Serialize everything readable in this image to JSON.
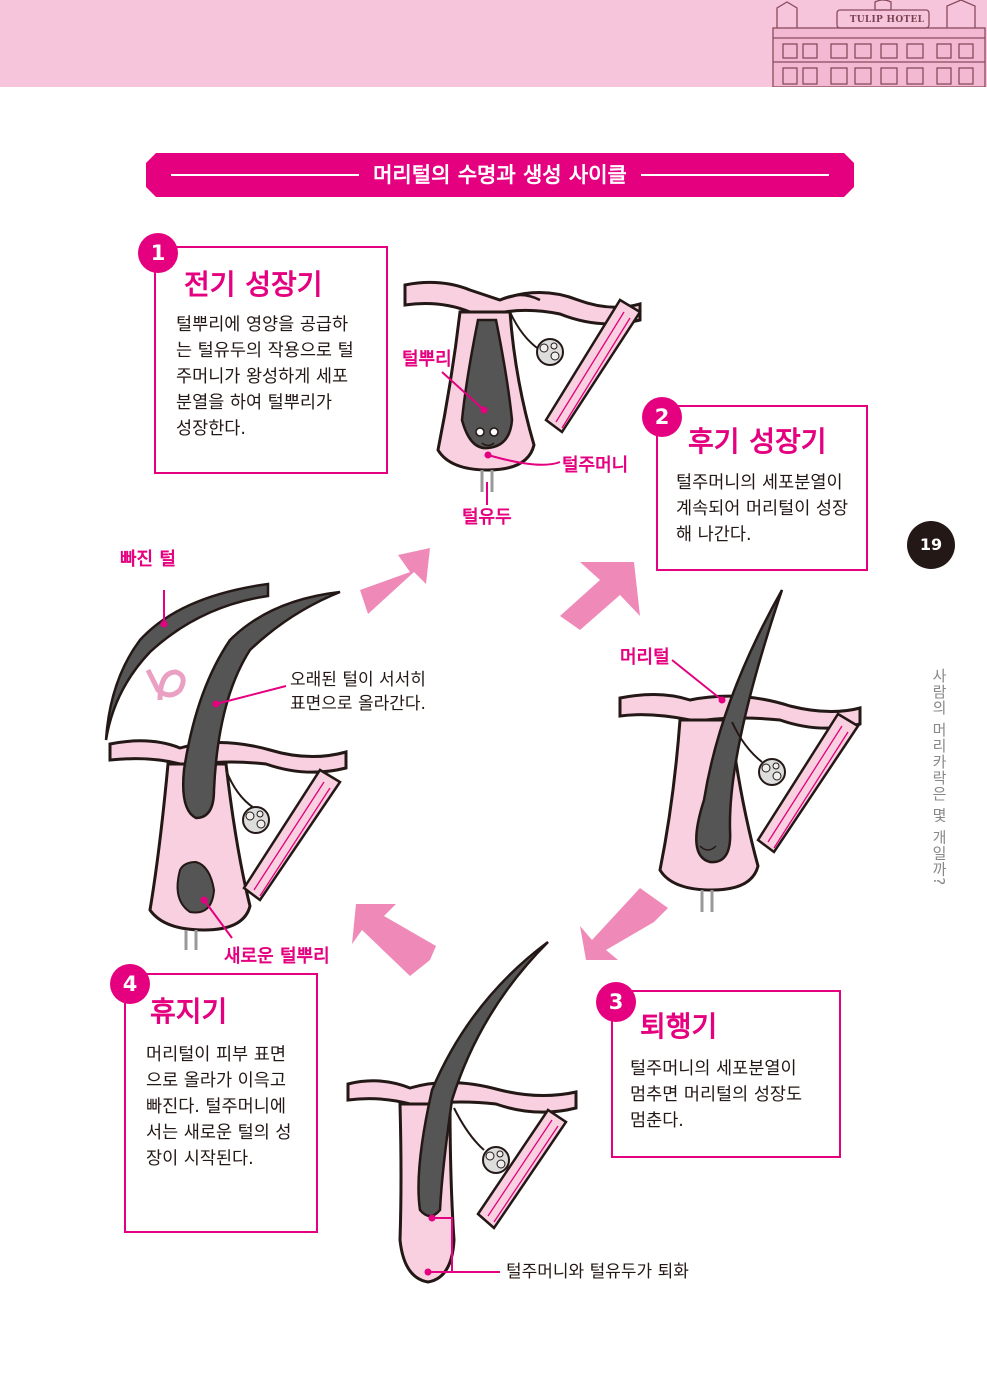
{
  "header": {
    "hotel_sign": "TULIP HOTEL"
  },
  "section_title": "머리털의 수명과 생성 사이클",
  "stages": [
    {
      "num": "1",
      "title": "전기 성장기",
      "desc": "털뿌리에 영양을 공급하\n는 털유두의 작용으로 털\n주머니가 왕성하게 세포\n분열을 하여 털뿌리가\n성장한다."
    },
    {
      "num": "2",
      "title": "후기 성장기",
      "desc": "털주머니의 세포분열이\n계속되어 머리털이 성장\n해 나간다."
    },
    {
      "num": "3",
      "title": "퇴행기",
      "desc": "털주머니의 세포분열이\n멈추면 머리털의 성장도\n멈춘다."
    },
    {
      "num": "4",
      "title": "휴지기",
      "desc": "머리털이 피부 표면\n으로 올라가 이윽고\n빠진다. 털주머니에\n서는 새로운 털의 성\n장이 시작된다."
    }
  ],
  "labels": {
    "root": "털뿌리",
    "follicle": "털주머니",
    "papilla": "털유두",
    "hair": "머리털",
    "shed_hair": "빠진 털",
    "old_hair": "오래된 털이 서서히\n표면으로 올라간다.",
    "new_root": "새로운 털뿌리",
    "regression": "털주머니와 털유두가 퇴화"
  },
  "page_number": "19",
  "side_title": "사람의 머리카락은 몇 개일까?",
  "colors": {
    "accent": "#e4007f",
    "skin": "#f8d0e0",
    "hair": "#555555",
    "header": "#f6c5dc"
  }
}
